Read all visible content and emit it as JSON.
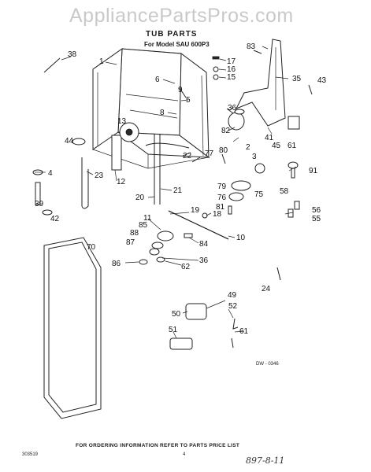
{
  "watermark": "AppliancePartsPros.com",
  "title": "TUB PARTS",
  "subtitle": "For Model SAU 600P3",
  "footer_note": "FOR ORDERING INFORMATION REFER TO PARTS PRICE LIST",
  "lit_code": "303519",
  "page_number": "4",
  "handwritten": "897-8-11",
  "drawing_code": "DW - 0346",
  "callouts": {
    "c1": "1",
    "c2": "2",
    "c3": "3",
    "c4": "4",
    "c5": "5",
    "c6": "6",
    "c8": "8",
    "c9": "9",
    "c10": "10",
    "c11": "11",
    "c12": "12",
    "c13": "13",
    "c15": "15",
    "c16": "16",
    "c17": "17",
    "c18": "18",
    "c19": "19",
    "c20": "20",
    "c21": "21",
    "c22": "22",
    "c23": "23",
    "c24": "24",
    "c35": "35",
    "c36a": "36",
    "c36b": "36",
    "c38": "38",
    "c39": "39",
    "c41": "41",
    "c42": "42",
    "c43": "43",
    "c44": "44",
    "c45": "45",
    "c49": "49",
    "c50": "50",
    "c51": "51",
    "c52": "52",
    "c55": "55",
    "c56": "56",
    "c58": "58",
    "c61a": "61",
    "c61b": "61",
    "c62": "62",
    "c70": "70",
    "c75": "75",
    "c76": "76",
    "c77": "77",
    "c79": "79",
    "c80": "80",
    "c81": "81",
    "c82": "82",
    "c83": "83",
    "c84": "84",
    "c85": "85",
    "c86": "86",
    "c87": "87",
    "c88": "88",
    "c91": "91"
  }
}
